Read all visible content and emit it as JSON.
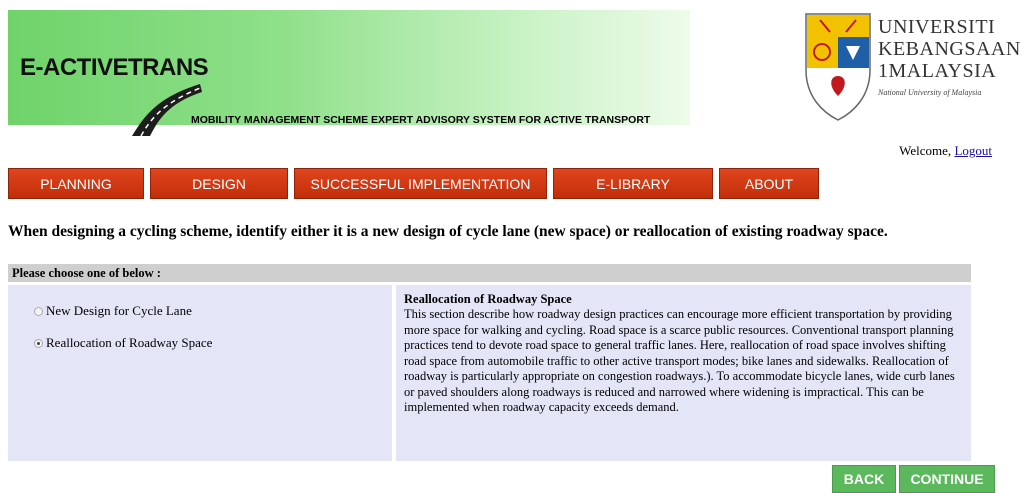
{
  "banner": {
    "title": "E-ACTIVETRANS",
    "subtitle": "MOBILITY MANAGEMENT SCHEME EXPERT ADVISORY SYSTEM FOR ACTIVE TRANSPORT",
    "colors": {
      "green": "#6fd36a"
    }
  },
  "logo": {
    "line1": "UNIVERSITI",
    "line2": "KEBANGSAAN",
    "line3": "1MALAYSIA",
    "tagline": "National University of Malaysia"
  },
  "user": {
    "welcome": "Welcome,",
    "logout": "Logout"
  },
  "nav": {
    "items": [
      {
        "label": "PLANNING"
      },
      {
        "label": "DESIGN"
      },
      {
        "label": "SUCCESSFUL IMPLEMENTATION"
      },
      {
        "label": "E-LIBRARY"
      },
      {
        "label": "ABOUT"
      }
    ],
    "color": "#d63b13"
  },
  "heading": "When designing a cycling scheme, identify either it is a new design of cycle lane (new space) or reallocation of existing roadway space.",
  "form": {
    "header": "Please choose one of below :",
    "options": [
      {
        "label": "New Design for Cycle Lane",
        "selected": false
      },
      {
        "label": "Reallocation of Roadway Space",
        "selected": true
      }
    ],
    "description": {
      "title": "Reallocation of Roadway Space",
      "body": "This section describe how roadway design practices can encourage more efficient transportation by providing more space for walking and cycling. Road space is a scarce public resources. Conventional transport planning practices tend to devote road space to general traffic lanes. Here, reallocation of road space involves shifting road space from automobile traffic to other active transport modes; bike lanes and sidewalks. Reallocation of roadway is particularly appropriate on congestion roadways.). To accommodate bicycle lanes, wide curb lanes or paved shoulders along roadways is reduced and narrowed where widening is impractical. This can be implemented when roadway capacity exceeds demand."
    }
  },
  "actions": {
    "back": "BACK",
    "continue": "CONTINUE",
    "color": "#5cb85c"
  }
}
